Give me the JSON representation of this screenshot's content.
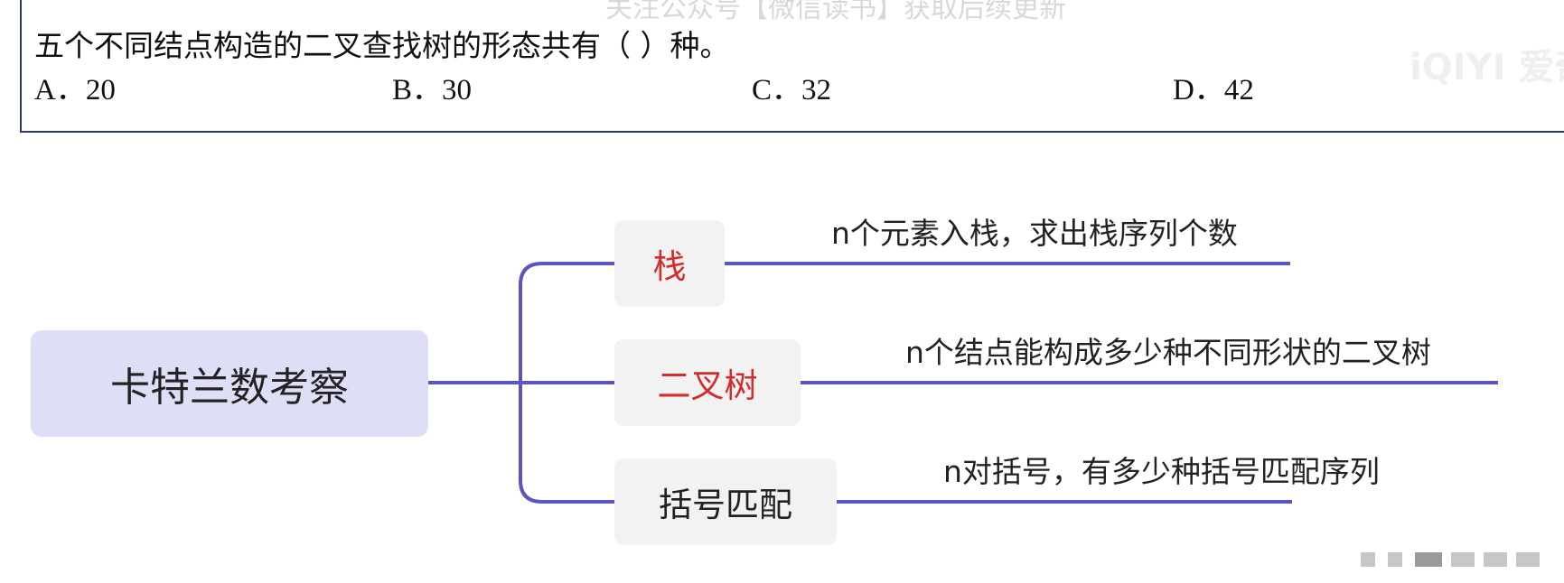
{
  "question": {
    "faded_top_text": "关注公众号【微信读书】获取后续更新",
    "text": "五个不同结点构造的二叉查找树的形态共有（    ）种。",
    "options": [
      {
        "label": "A．20"
      },
      {
        "label": "B．30"
      },
      {
        "label": "C．32"
      },
      {
        "label": "D．42"
      }
    ]
  },
  "watermark": "iQIYI 爱奇",
  "mindmap": {
    "root": "卡特兰数考察",
    "branches": [
      {
        "label": "栈",
        "description": "n个元素入栈，求出栈序列个数"
      },
      {
        "label": "二叉树",
        "description": "n个结点能构成多少种不同形状的二叉树"
      },
      {
        "label": "括号匹配",
        "description": "n对括号，有多少种括号匹配序列"
      }
    ]
  },
  "colors": {
    "connector": "#5b55c0",
    "root_fill": "#dfdef7",
    "branch_fill": "#f2f2f2",
    "highlight_text": "#d42b2b"
  }
}
